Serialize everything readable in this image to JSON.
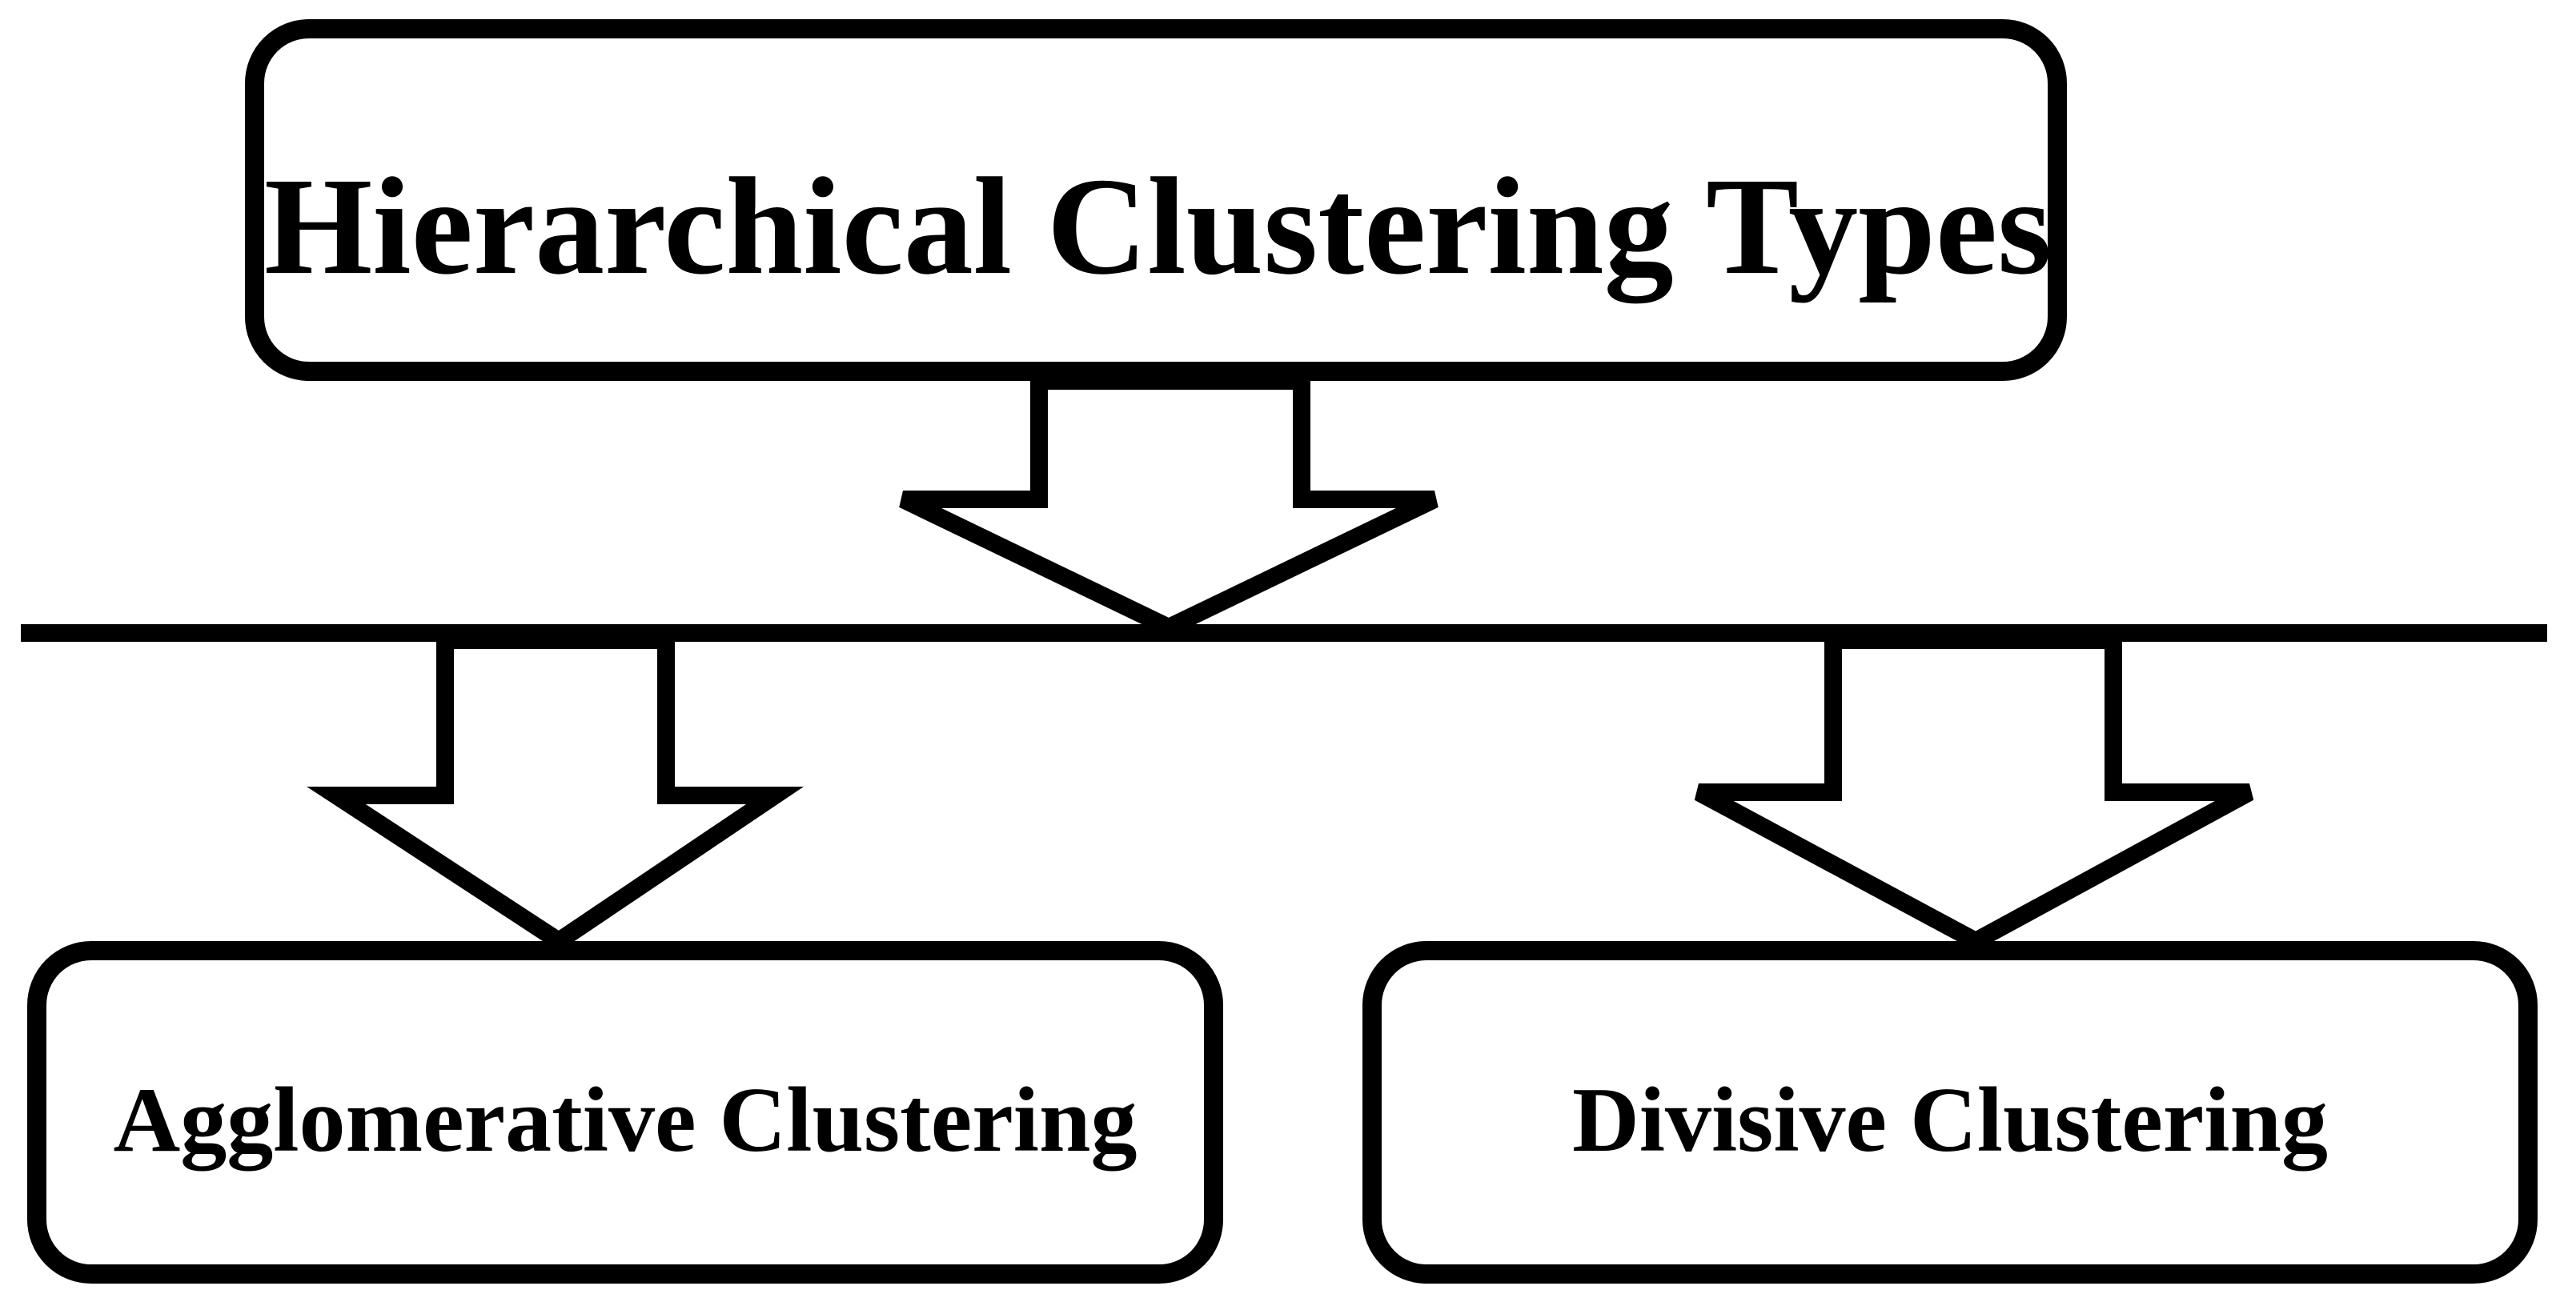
{
  "diagram": {
    "root": {
      "label": "Hierarchical Clustering Types"
    },
    "children": [
      {
        "label": "Agglomerative Clustering"
      },
      {
        "label": "Divisive Clustering"
      }
    ],
    "colors": {
      "stroke": "#000000",
      "fill": "#ffffff",
      "text": "#000000"
    }
  }
}
